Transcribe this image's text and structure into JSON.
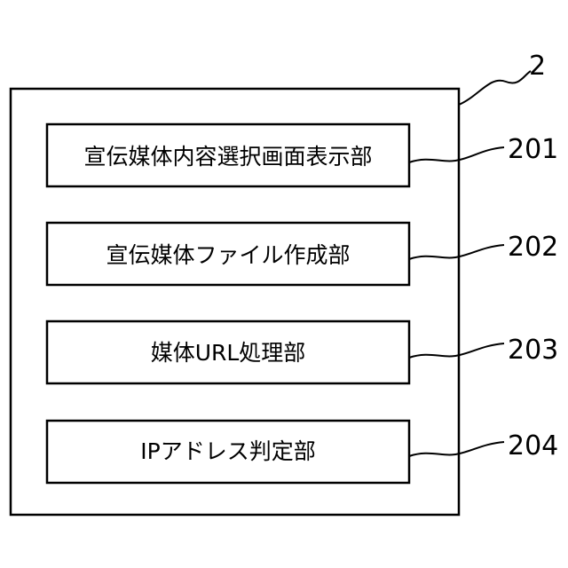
{
  "outer": {
    "ref": "2"
  },
  "blocks": [
    {
      "label": "宣伝媒体内容選択画面表示部",
      "ref": "201"
    },
    {
      "label": "宣伝媒体ファイル作成部",
      "ref": "202"
    },
    {
      "label": "媒体URL処理部",
      "ref": "203"
    },
    {
      "label": "IPアドレス判定部",
      "ref": "204"
    }
  ]
}
